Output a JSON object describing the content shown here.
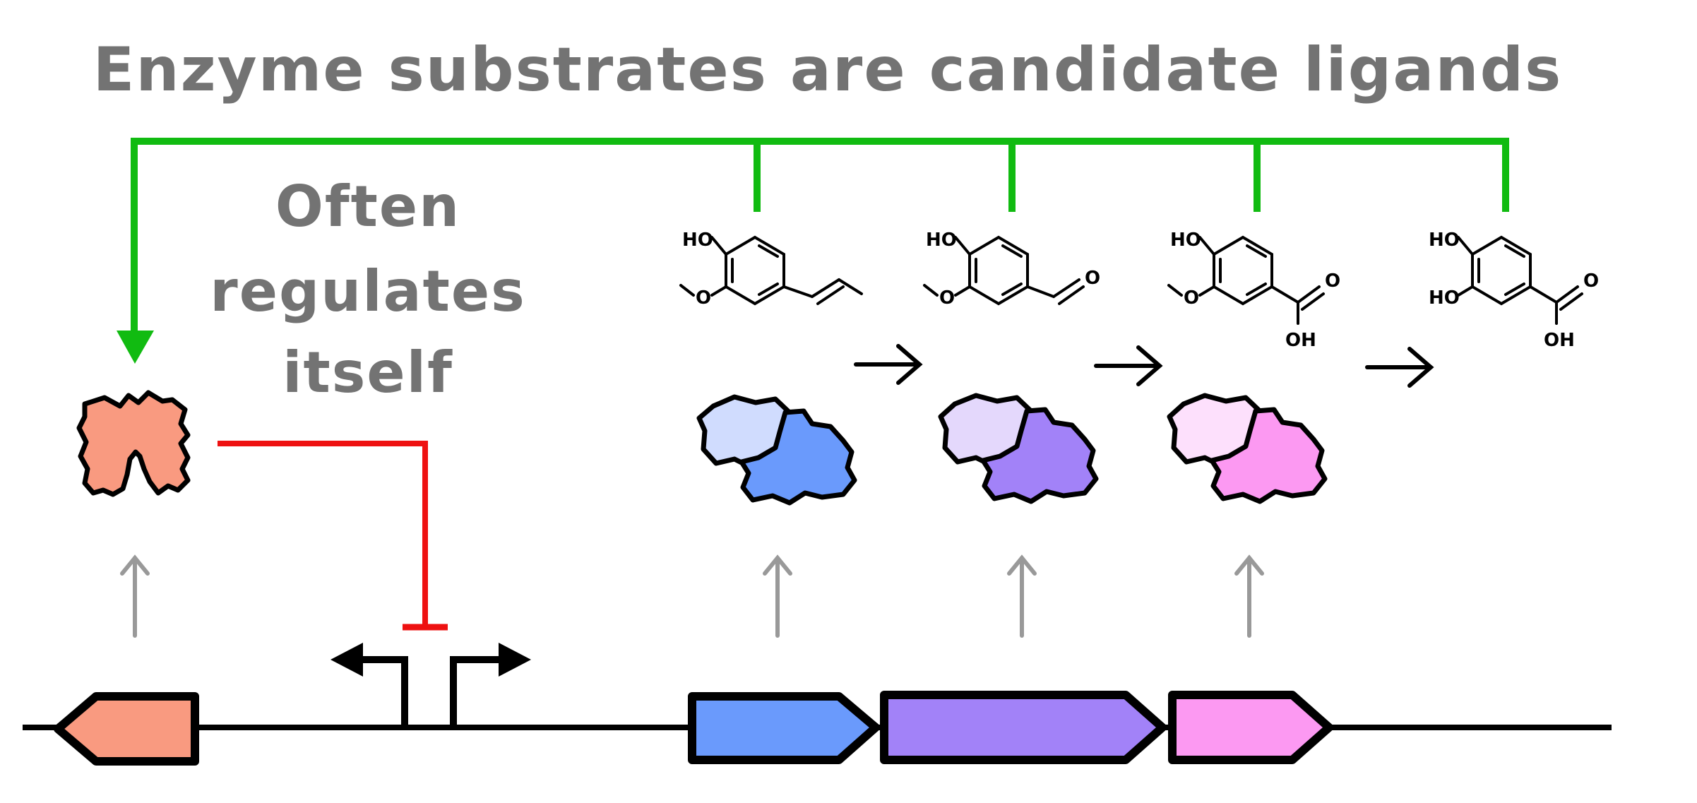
{
  "title": "Enzyme substrates are candidate ligands",
  "self_regulation": {
    "line1": "Often",
    "line2": "regulates",
    "line3": "itself"
  },
  "molecules": [
    {
      "name": "isoeugenol",
      "ring_substituents": {
        "top": "HO",
        "methoxy_o": "O"
      },
      "tail": "propenyl"
    },
    {
      "name": "vanillin",
      "ring_substituents": {
        "top": "HO",
        "methoxy_o": "O",
        "carbonyl_o": "O"
      },
      "tail": "aldehyde"
    },
    {
      "name": "vanillic-acid",
      "ring_substituents": {
        "top": "HO",
        "methoxy_o": "O",
        "carbonyl_o": "O",
        "acid_oh": "OH"
      },
      "tail": "carboxylic-acid"
    },
    {
      "name": "protocatechuic-acid",
      "ring_substituents": {
        "top": "HO",
        "second": "HO",
        "carbonyl_o": "O",
        "acid_oh": "OH"
      },
      "tail": "carboxylic-acid"
    }
  ],
  "colors": {
    "title_gray": "#737373",
    "ligand_green": "#11bb11",
    "repression_red": "#ee1111",
    "expression_gray": "#999999",
    "regulator": "#f99a80",
    "enzyme1_light": "#d0dcfe",
    "enzyme1": "#6a9afc",
    "enzyme2_light": "#e4d8fc",
    "enzyme2": "#a282f8",
    "enzyme3_light": "#fde0fc",
    "enzyme3": "#fc99f2",
    "dna": "#000000"
  }
}
